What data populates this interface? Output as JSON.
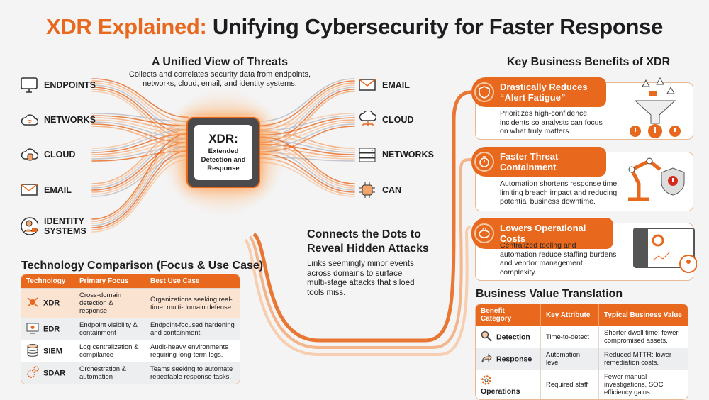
{
  "title": {
    "accent": "XDR Explained:",
    "rest": " Unifying Cybersecurity for Faster Response"
  },
  "unified": {
    "heading": "A Unified View of Threats",
    "description_lines": [
      "Collects and correlates security data from endpoints,",
      "networks, cloud, email, and identity systems."
    ]
  },
  "left_sources": [
    {
      "label": "ENDPOINTS",
      "icon": "monitor-icon"
    },
    {
      "label": "NETWORKS",
      "icon": "cloud-wifi-icon"
    },
    {
      "label": "CLOUD",
      "icon": "cloud-database-icon"
    },
    {
      "label": "EMAIL",
      "icon": "envelope-icon"
    },
    {
      "label": "IDENTITY SYSTEMS",
      "icon": "user-lock-icon"
    }
  ],
  "right_sources": [
    {
      "label": "EMAIL",
      "icon": "envelope-icon"
    },
    {
      "label": "CLOUD",
      "icon": "cloud-network-icon"
    },
    {
      "label": "NETWORKS",
      "icon": "server-rack-icon"
    },
    {
      "label": "CAN",
      "icon": "circuit-icon"
    }
  ],
  "chip": {
    "title": "XDR:",
    "subtitle": "Extended Detection and Response"
  },
  "connects": {
    "heading_lines": [
      "Connects the Dots to",
      "Reveal Hidden Attacks"
    ],
    "description_lines": [
      "Links seemingly minor events",
      "across domains to surface",
      "multi-stage attacks that siloed",
      "tools miss."
    ]
  },
  "benefits": {
    "heading": "Key Business Benefits of XDR",
    "cards": [
      {
        "title_lines": [
          "Drastically Reduces",
          "“Alert Fatigue”"
        ],
        "icon": "shield-icon",
        "body_lines": [
          "Prioritizes high-confidence",
          "incidents so analysts can focus",
          "on what truly matters."
        ],
        "illustration": "alert-funnel-icon"
      },
      {
        "title_lines": [
          "Faster Threat",
          "Containment"
        ],
        "icon": "stopwatch-icon",
        "body_lines": [
          "Automation shortens response time,",
          "limiting breach impact and reducing",
          "potential business downtime."
        ],
        "illustration": "robot-arm-shield-icon"
      },
      {
        "title_lines": [
          "Lowers Operational Costs"
        ],
        "icon": "piggy-bank-icon",
        "body_lines": [
          "Centralized tooling and",
          "automation reduce staffing burdens",
          "and vendor management",
          "complexity."
        ],
        "illustration": "dashboard-icon"
      }
    ]
  },
  "tech_table": {
    "heading": "Technology Comparison (Focus & Use Case)",
    "columns": [
      "Technology",
      "Primary Focus",
      "Best Use Case"
    ],
    "rows": [
      {
        "tech": "XDR",
        "icon": "network-hub-icon",
        "focus": "Cross-domain detection & response",
        "use": "Organizations seeking real-time, multi-domain defense."
      },
      {
        "tech": "EDR",
        "icon": "monitor-eye-icon",
        "focus": "Endpoint visibility & containment",
        "use": "Endpoint-focused hardening and containment."
      },
      {
        "tech": "SIEM",
        "icon": "database-icon",
        "focus": "Log centralization & compilance",
        "use": "Audit-heavy environments requiring long-term logs."
      },
      {
        "tech": "SDAR",
        "icon": "gears-icon",
        "focus": "Orchestration & automation",
        "use": "Teams seeking to automate repeatable response tasks."
      }
    ]
  },
  "value_table": {
    "heading": "Business Value Translation",
    "columns": [
      "Benefit Category",
      "Key Attribute",
      "Typical Business Value"
    ],
    "rows": [
      {
        "category": "Detection",
        "icon": "magnifier-icon",
        "attribute": "Time-to-detect",
        "value": "Shorter dwell time; fewer compromised assets."
      },
      {
        "category": "Response",
        "icon": "redirect-arrow-icon",
        "attribute": "Automation level",
        "value": "Reduced MTTR: lower remediation costs."
      },
      {
        "category": "Operations",
        "icon": "gear-icon",
        "attribute": "Required staff",
        "value": "Fewer manual investigations, SOC efficiency gains."
      }
    ]
  },
  "colors": {
    "accent": "#e8681e",
    "background": "#f4f4f5",
    "text": "#1d1d1f"
  }
}
